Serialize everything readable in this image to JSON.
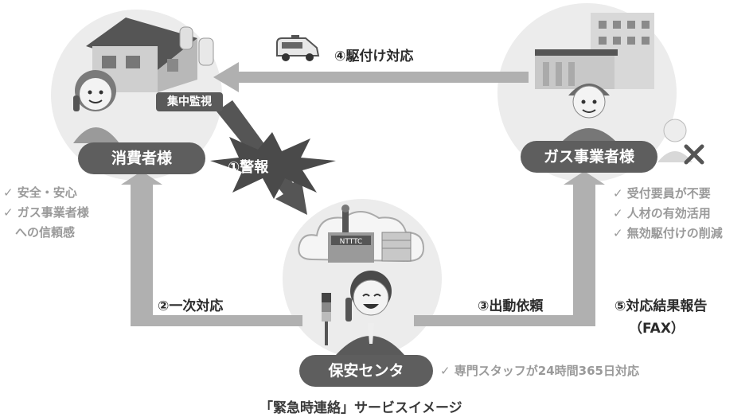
{
  "nodes": {
    "consumer": {
      "label": "消費者様",
      "tag": "集中監視"
    },
    "gas_company": {
      "label": "ガス事業者様"
    },
    "security_center": {
      "label": "保安センタ",
      "building_sign": "NTTTC"
    }
  },
  "benefits": {
    "consumer": [
      "✓ 安全・安心",
      "✓ ガス事業者様",
      "　への信頼感"
    ],
    "gas_company": [
      "✓ 受付要員が不要",
      "✓ 人材の有効活用",
      "✓ 無効駆付けの削減"
    ],
    "security_center": "✓ 専門スタッフが24時間365日対応"
  },
  "flows": {
    "alarm": "①警報",
    "first_response": "②一次対応",
    "dispatch_request": "③出動依頼",
    "rush_response": "④駆付け対応",
    "result_report_line1": "⑤対応結果報告",
    "result_report_line2": "（FAX）"
  },
  "caption": "「緊急時連絡」サービスイメージ",
  "colors": {
    "pill": "#5e5e5e",
    "arrow": "#b0b0b0",
    "burst": "#4a4a4a",
    "circle": "#ececec",
    "bullet": "#9a9a9a"
  },
  "icons": [
    "house-icon",
    "operator-woman-icon",
    "van-icon",
    "factory-icon",
    "worker-icon",
    "staff-crossed-icon",
    "data-center-icon",
    "operator-man-icon",
    "signal-tower-icon"
  ]
}
